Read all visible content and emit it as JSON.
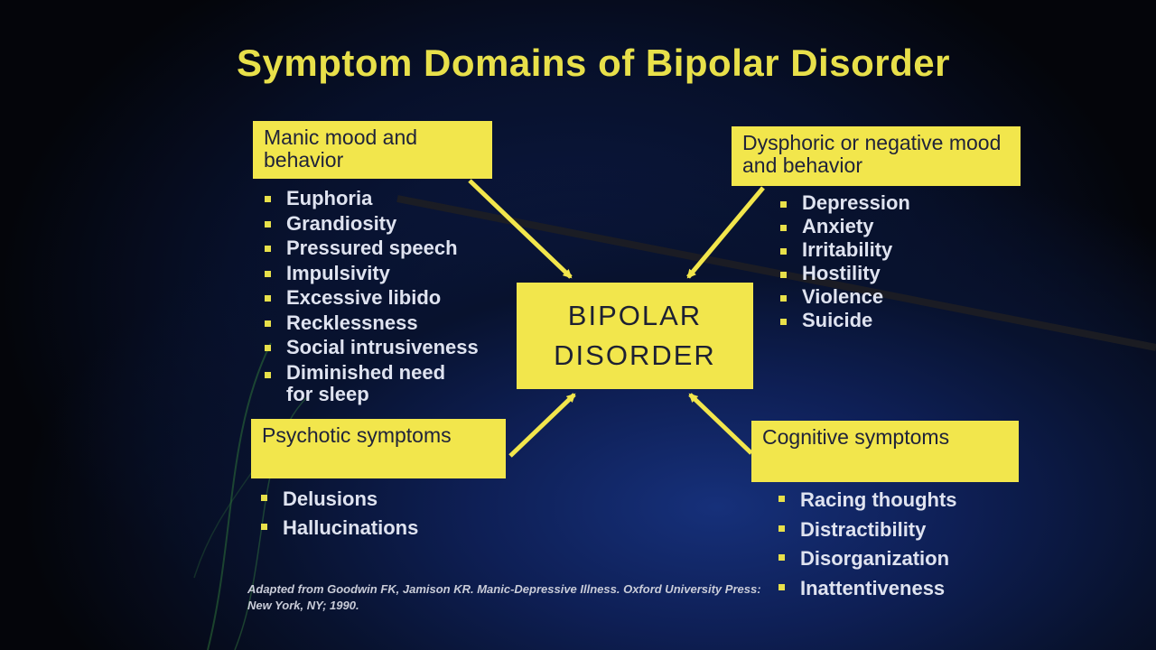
{
  "title": "Symptom Domains of Bipolar Disorder",
  "center": {
    "line1": "BIPOLAR",
    "line2": "DISORDER"
  },
  "domains": {
    "manic": {
      "heading": "Manic mood and behavior",
      "items": [
        "Euphoria",
        "Grandiosity",
        "Pressured speech",
        "Impulsivity",
        "Excessive libido",
        "Recklessness",
        "Social intrusiveness",
        "Diminished need for sleep"
      ]
    },
    "dysphoric": {
      "heading": "Dysphoric or negative mood and behavior",
      "items": [
        "Depression",
        "Anxiety",
        "Irritability",
        "Hostility",
        "Violence",
        "Suicide"
      ]
    },
    "psychotic": {
      "heading": "Psychotic symptoms",
      "items": [
        "Delusions",
        "Hallucinations"
      ]
    },
    "cognitive": {
      "heading": "Cognitive symptoms",
      "items": [
        "Racing thoughts",
        "Distractibility",
        "Disorganization",
        "Inattentiveness"
      ]
    }
  },
  "citation": "Adapted from Goodwin FK, Jamison KR. Manic-Depressive Illness. Oxford University Press: New York, NY; 1990.",
  "colors": {
    "box": "#f2e64c",
    "title": "#e8e04a",
    "arrow": "#f2e64c",
    "bullet_text": "#dfe3f0"
  }
}
